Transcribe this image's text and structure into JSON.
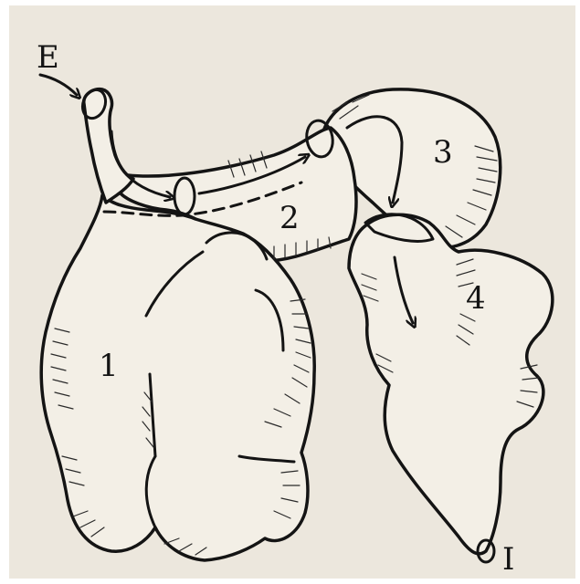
{
  "labels": {
    "entry": "E",
    "exit": "I",
    "chamber_1": "1",
    "chamber_2": "2",
    "chamber_3": "3",
    "chamber_4": "4"
  },
  "colors": {
    "paper": "#ece7dd",
    "ink": "#141414",
    "fill": "#f3efe6"
  }
}
